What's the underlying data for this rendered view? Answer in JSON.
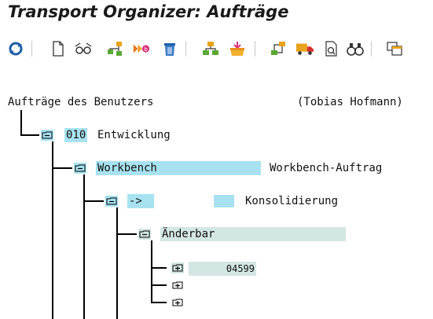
{
  "window": {
    "title": "Transport Organizer: Aufträge"
  },
  "toolbar": {
    "buttons": [
      {
        "icon": "refresh-icon"
      },
      {
        "icon": "new-document-icon"
      },
      {
        "icon": "glasses-display-icon"
      },
      {
        "icon": "hierarchy-icon"
      },
      {
        "icon": "release-icon"
      },
      {
        "icon": "delete-icon"
      },
      {
        "icon": "object-list-icon"
      },
      {
        "icon": "import-box-icon"
      },
      {
        "icon": "reassign-icon"
      },
      {
        "icon": "truck-icon"
      },
      {
        "icon": "document-view-icon"
      },
      {
        "icon": "binoculars-icon"
      },
      {
        "icon": "copy-window-icon"
      }
    ]
  },
  "tree": {
    "root": {
      "label": "Aufträge des Benutzers",
      "user": "(Tobias Hofmann)"
    },
    "client": {
      "code": "010",
      "label": "Entwicklung"
    },
    "workbench": {
      "label": "Workbench",
      "desc": "Workbench-Auftrag"
    },
    "arrow": {
      "label": "->",
      "desc": "Konsolidierung"
    },
    "changeable": {
      "label": "Änderbar"
    },
    "requests": [
      {
        "number": "04599"
      },
      {
        "number": ""
      },
      {
        "number": ""
      }
    ]
  },
  "colors": {
    "highlight_blue": "#a8e2f0",
    "highlight_gray": "#d3e6e2"
  }
}
